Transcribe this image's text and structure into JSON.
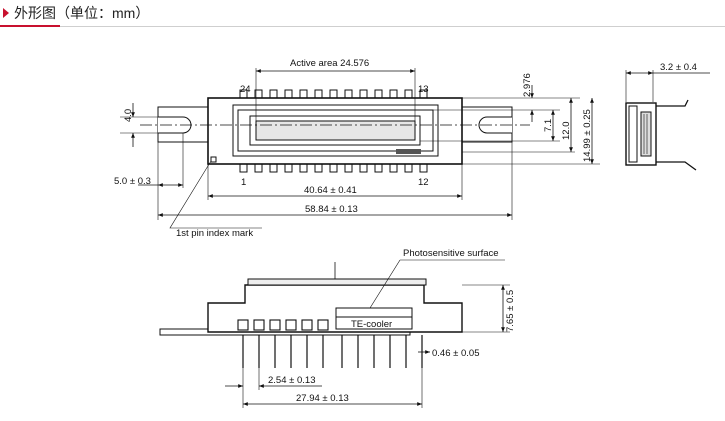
{
  "header": {
    "title": "外形图（单位：mm）",
    "accent": "#c8102e"
  },
  "top_view": {
    "active_area": "Active area 24.576",
    "pin_24": "24",
    "pin_13": "13",
    "pin_1": "1",
    "pin_12": "12",
    "dim_4_0": "4.0",
    "dim_5_0": "5.0 ± 0.3",
    "dim_40_64": "40.64 ± 0.41",
    "dim_58_84": "58.84 ± 0.13",
    "dim_2_976": "2.976",
    "dim_7_1": "7.1",
    "dim_12_0": "12.0",
    "dim_14_99": "14.99 ± 0.25",
    "pin_index_mark": "1st pin index mark"
  },
  "side_view": {
    "dim_3_2": "3.2 ± 0.4"
  },
  "front_view": {
    "photosensitive_surface": "Photosensitive surface",
    "te_cooler": "TE-cooler",
    "dim_7_65": "7.65 ± 0.5",
    "dim_0_46": "0.46 ± 0.05",
    "dim_2_54": "2.54 ± 0.13",
    "dim_27_94": "27.94 ± 0.13"
  }
}
